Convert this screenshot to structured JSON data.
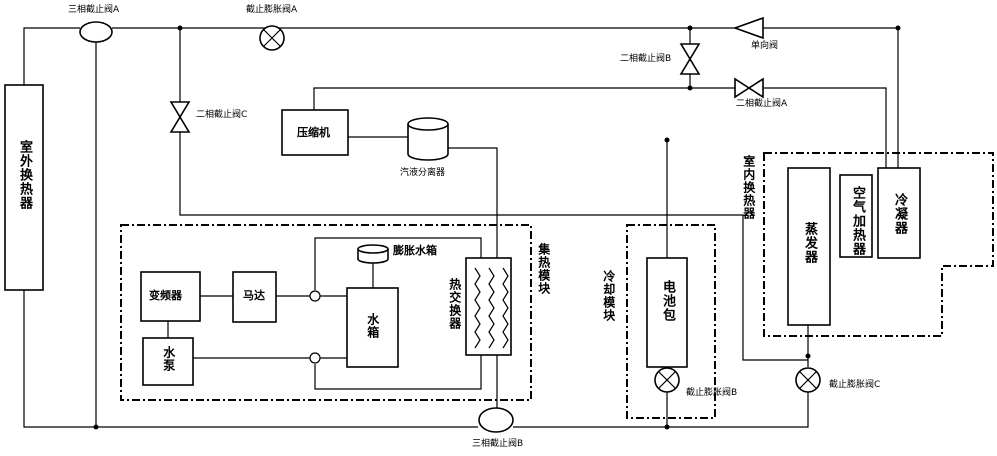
{
  "labels": {
    "outdoor_hx": "室外换热器",
    "three_way_a": "三相截止阀A",
    "exp_valve_a": "截止膨胀阀A",
    "check_valve": "单向阀",
    "two_way_b": "二相截止阀B",
    "two_way_a": "二相截止阀A",
    "two_way_c": "二相截止阀C",
    "compressor": "压缩机",
    "separator": "汽液分离器",
    "indoor_hx": "室内换热器",
    "evaporator": "蒸发器",
    "air_heater": "空气加热器",
    "condenser": "冷凝器",
    "heat_module": "集热模块",
    "expansion_tank": "膨胀水箱",
    "inverter": "变频器",
    "motor": "马达",
    "water_pump": "水泵",
    "water_tank": "水箱",
    "heat_exchanger": "热交换器",
    "cooling_module": "冷却模块",
    "battery": "电池包",
    "exp_valve_b": "截止膨胀阀B",
    "exp_valve_c": "截止膨胀阀C",
    "three_way_b": "三相截止阀B"
  }
}
